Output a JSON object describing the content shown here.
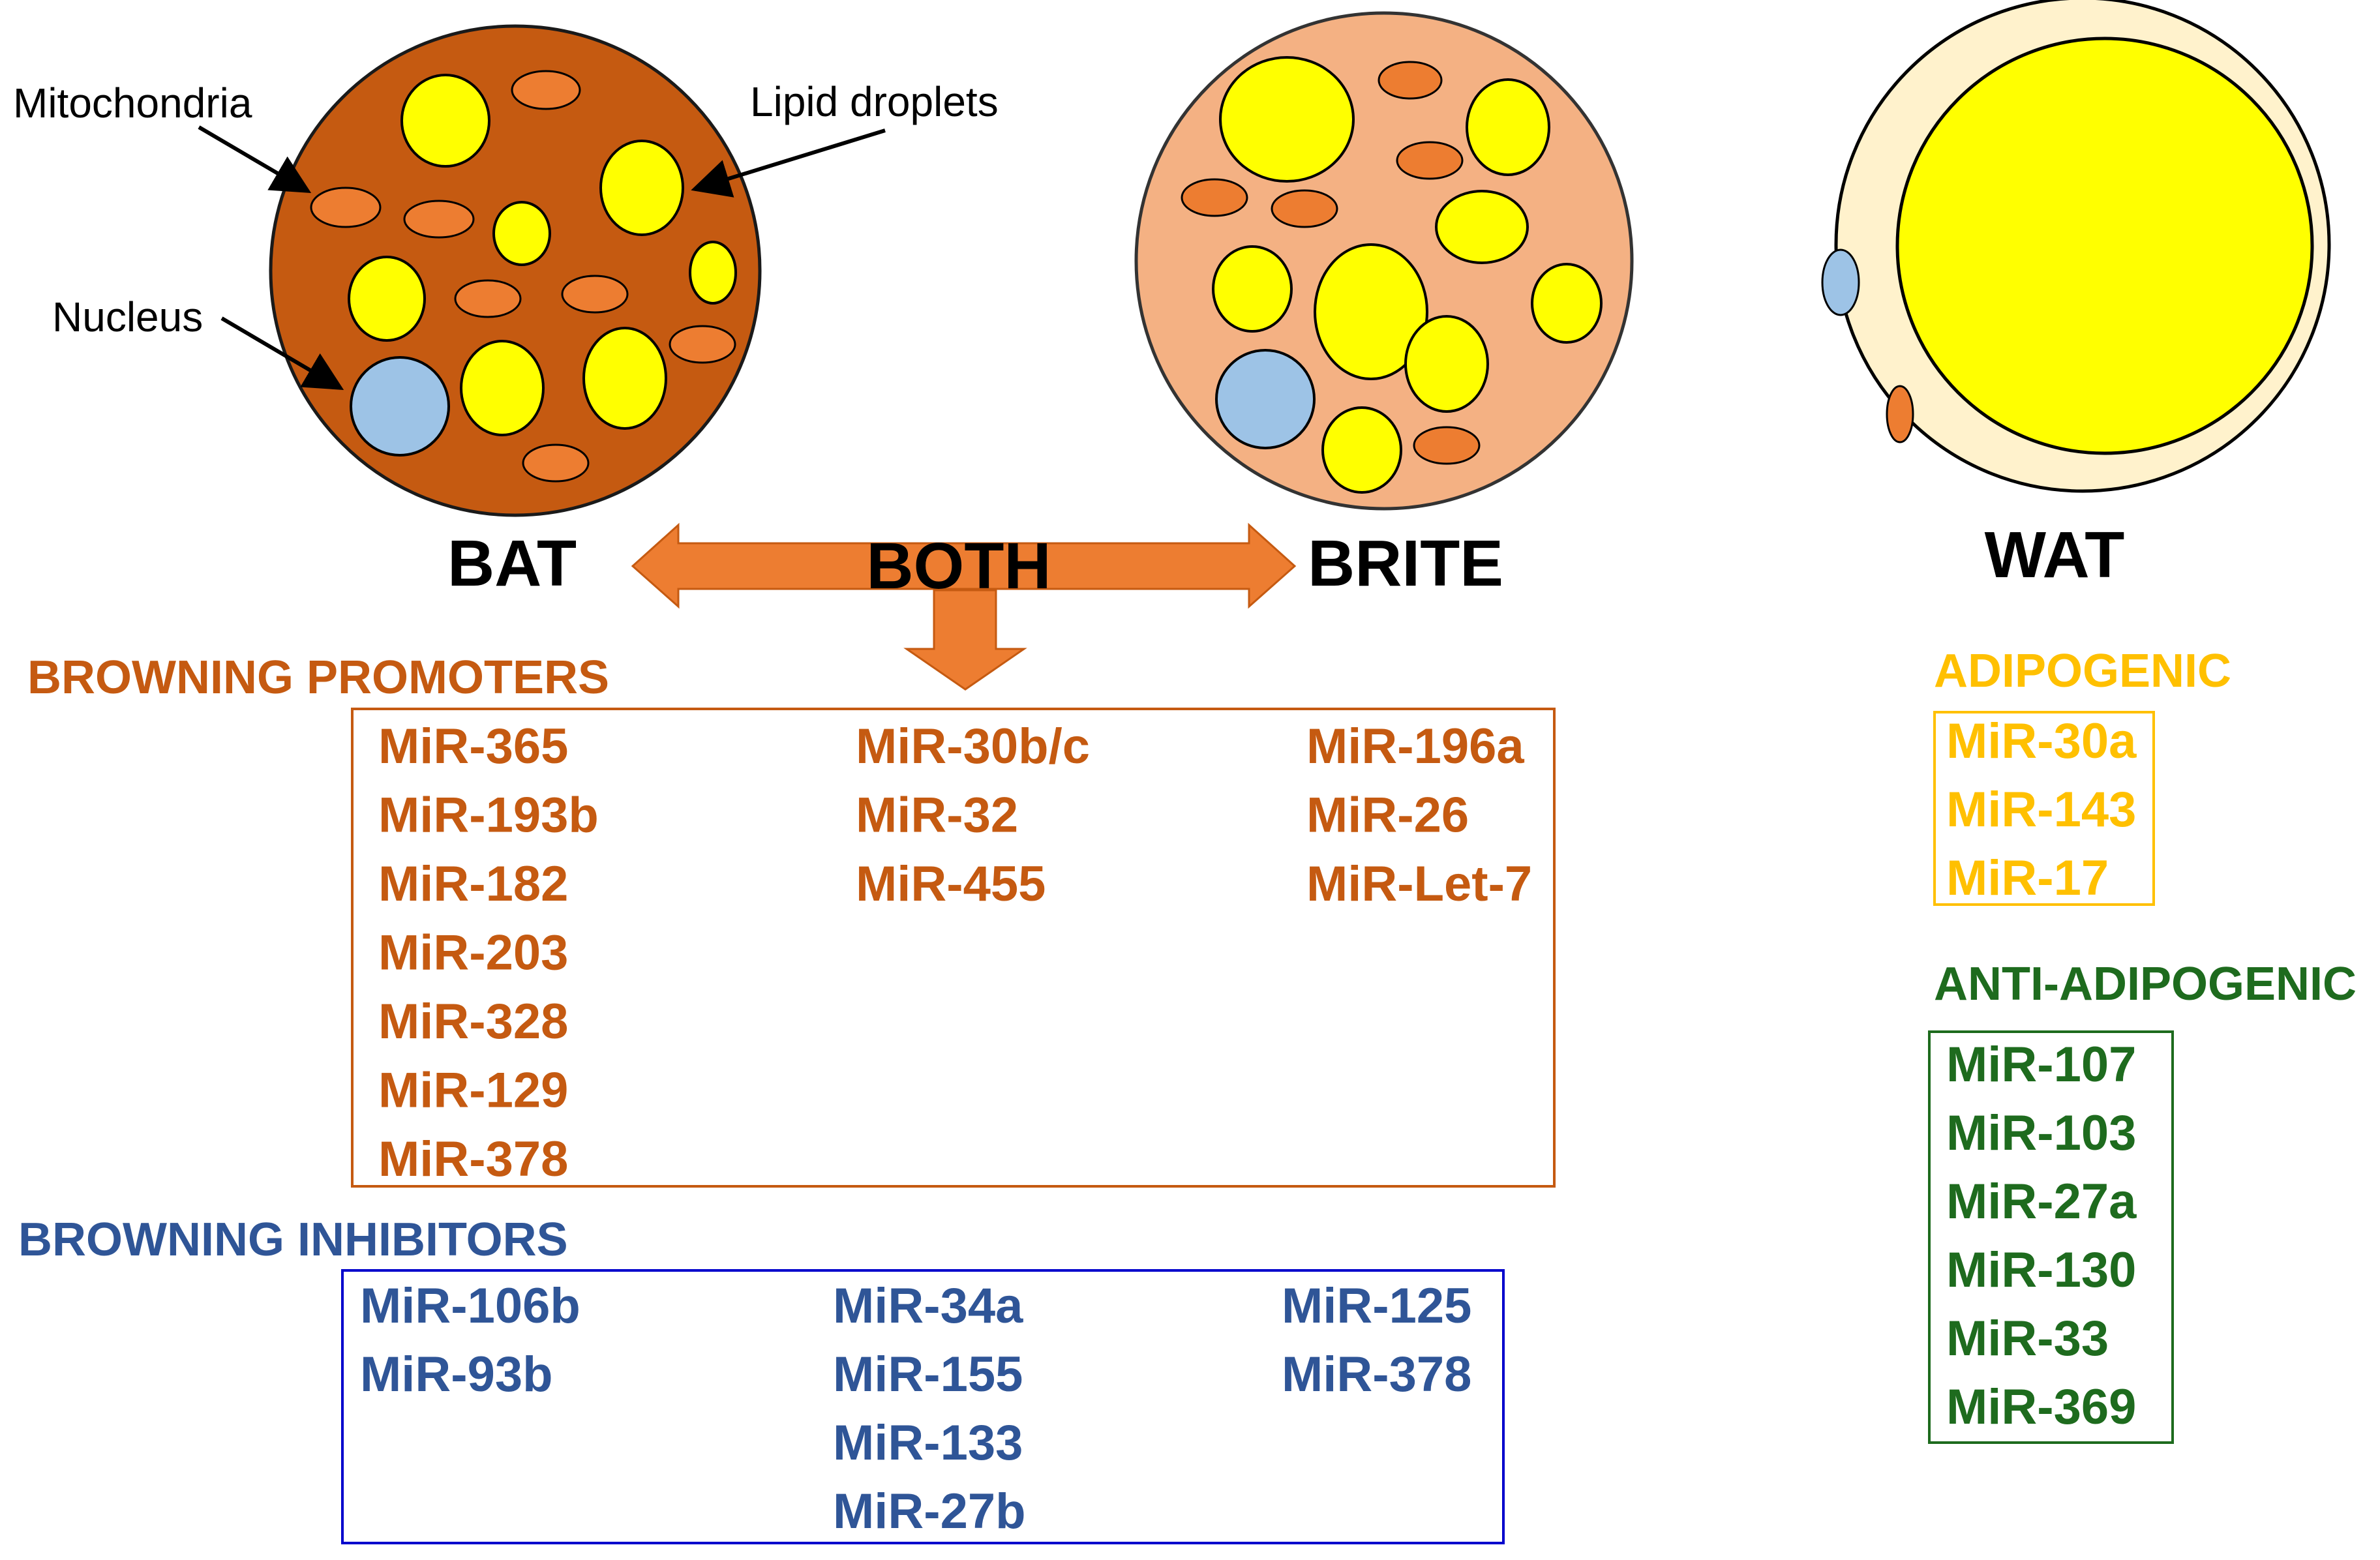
{
  "colors": {
    "bat_fill": "#C55A11",
    "brite_fill": "#F4B183",
    "wat_fill": "#FFF2CC",
    "lipid": "#FFFF00",
    "mito": "#ED7D31",
    "nucleus": "#9DC3E6",
    "arrow": "#ED7D31",
    "promoters": "#C55A11",
    "inhibitors": "#2F5597",
    "inhibitors_box": "#0000CC",
    "adipogenic": "#FFC000",
    "anti_adipogenic": "#1E6B1E"
  },
  "icons": [
    "bat-cell-icon",
    "brite-cell-icon",
    "wat-cell-icon",
    "double-headed-arrow-icon",
    "down-arrow-icon"
  ],
  "cells": {
    "bat": "BAT",
    "brite": "BRITE",
    "wat": "WAT",
    "both": "BOTH"
  },
  "callouts": {
    "mitochondria": "Mitochondria",
    "lipid_droplets": "Lipid droplets",
    "nucleus": "Nucleus"
  },
  "promoters": {
    "title": "BROWNING PROMOTERS",
    "col1": [
      "MiR-365",
      "MiR-193b",
      "MiR-182",
      "MiR-203",
      "MiR-328",
      "MiR-129",
      "MiR-378"
    ],
    "col2": [
      "MiR-30b/c",
      "MiR-32",
      "MiR-455"
    ],
    "col3": [
      "MiR-196a",
      "MiR-26",
      "MiR-Let-7"
    ]
  },
  "inhibitors": {
    "title": "BROWNING INHIBITORS",
    "col1": [
      "MiR-106b",
      "MiR-93b"
    ],
    "col2": [
      "MiR-34a",
      "MiR-155",
      "MiR-133",
      "MiR-27b"
    ],
    "col3": [
      "MiR-125",
      "MiR-378"
    ]
  },
  "adipogenic": {
    "title": "ADIPOGENIC",
    "items": [
      "MiR-30a",
      "MiR-143",
      "MiR-17"
    ]
  },
  "anti_adipogenic": {
    "title": "ANTI-ADIPOGENIC",
    "items": [
      "MiR-107",
      "MiR-103",
      "MiR-27a",
      "MiR-130",
      "MiR-33",
      "MiR-369"
    ]
  }
}
